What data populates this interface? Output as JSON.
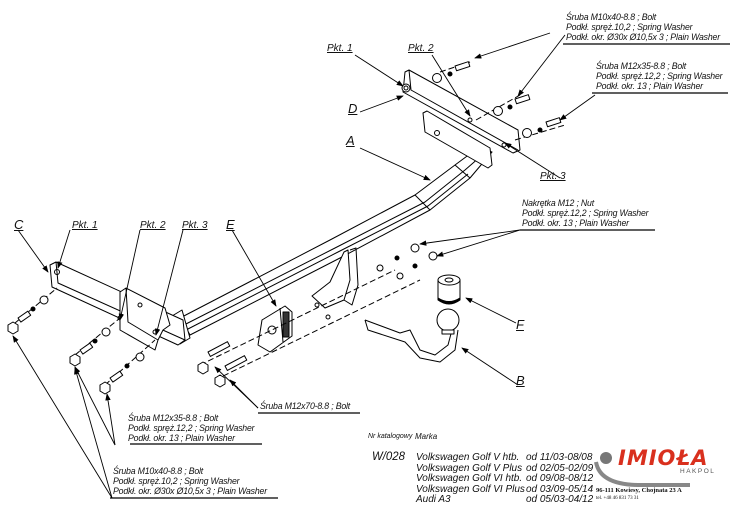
{
  "part_labels": {
    "A": "A",
    "B": "B",
    "C": "C",
    "D": "D",
    "E": "E",
    "F": "F"
  },
  "points": {
    "top_pkt1": "Pkt. 1",
    "top_pkt2": "Pkt. 2",
    "top_pkt3": "Pkt. 3",
    "left_pkt1": "Pkt. 1",
    "left_pkt2": "Pkt. 2",
    "left_pkt3": "Pkt. 3"
  },
  "callouts": {
    "top_m10": [
      "Śruba M10x40-8.8 ;  Bolt",
      "Podkł. spręż.10,2 ; Spring Washer",
      "Podkł. okr.  Ø30x Ø10,5x 3 ; Plain Washer"
    ],
    "top_m12": [
      "Śruba M12x35-8.8 ;  Bolt",
      "Podkł. spręż.12,2 ; Spring Washer",
      "Podkł. okr. 13 ; Plain Washer"
    ],
    "nut": [
      "Nakrętka  M12 ; Nut",
      "Podkł. spręż.12,2 ; Spring Washer",
      "Podkł. okr. 13 ; Plain Washer"
    ],
    "m12x70": "Śruba M12x70-8.8 ;  Bolt",
    "bottom_m12": [
      "Śruba M12x35-8.8 ;  Bolt",
      "Podkł. spręż.12,2 ; Spring Washer",
      "Podkł. okr. 13 ; Plain Washer"
    ],
    "bottom_m10": [
      "Śruba M10x40-8.8 ;  Bolt",
      "Podkł. spręż.10,2 ; Spring Washer",
      "Podkł. okr.  Ø30x Ø10,5x 3 ; Plain Washer"
    ]
  },
  "table": {
    "catalog_header": "Nr katalogowy",
    "brand_header": "Marka",
    "catalog_number": "W/028",
    "rows": [
      {
        "model": "Volkswagen Golf V htb.",
        "dates": "od 11/03-08/08"
      },
      {
        "model": "Volkswagen Golf V Plus",
        "dates": "od 02/05-02/09"
      },
      {
        "model": "Volkswagen Golf VI htb.",
        "dates": "od 09/08-08/12"
      },
      {
        "model": "Volkswagen Golf VI Plus",
        "dates": "od 03/09-05/14"
      },
      {
        "model": "Audi A3",
        "dates": "od 05/03-04/12"
      }
    ]
  },
  "company": {
    "logo": "IMIOŁA",
    "sub": "HAKPOL",
    "address": "96-111 Kowiesy, Chojnata 23 A",
    "phone": "tel. +48 46 831 73 31",
    "brand_color": "#d9301e"
  }
}
